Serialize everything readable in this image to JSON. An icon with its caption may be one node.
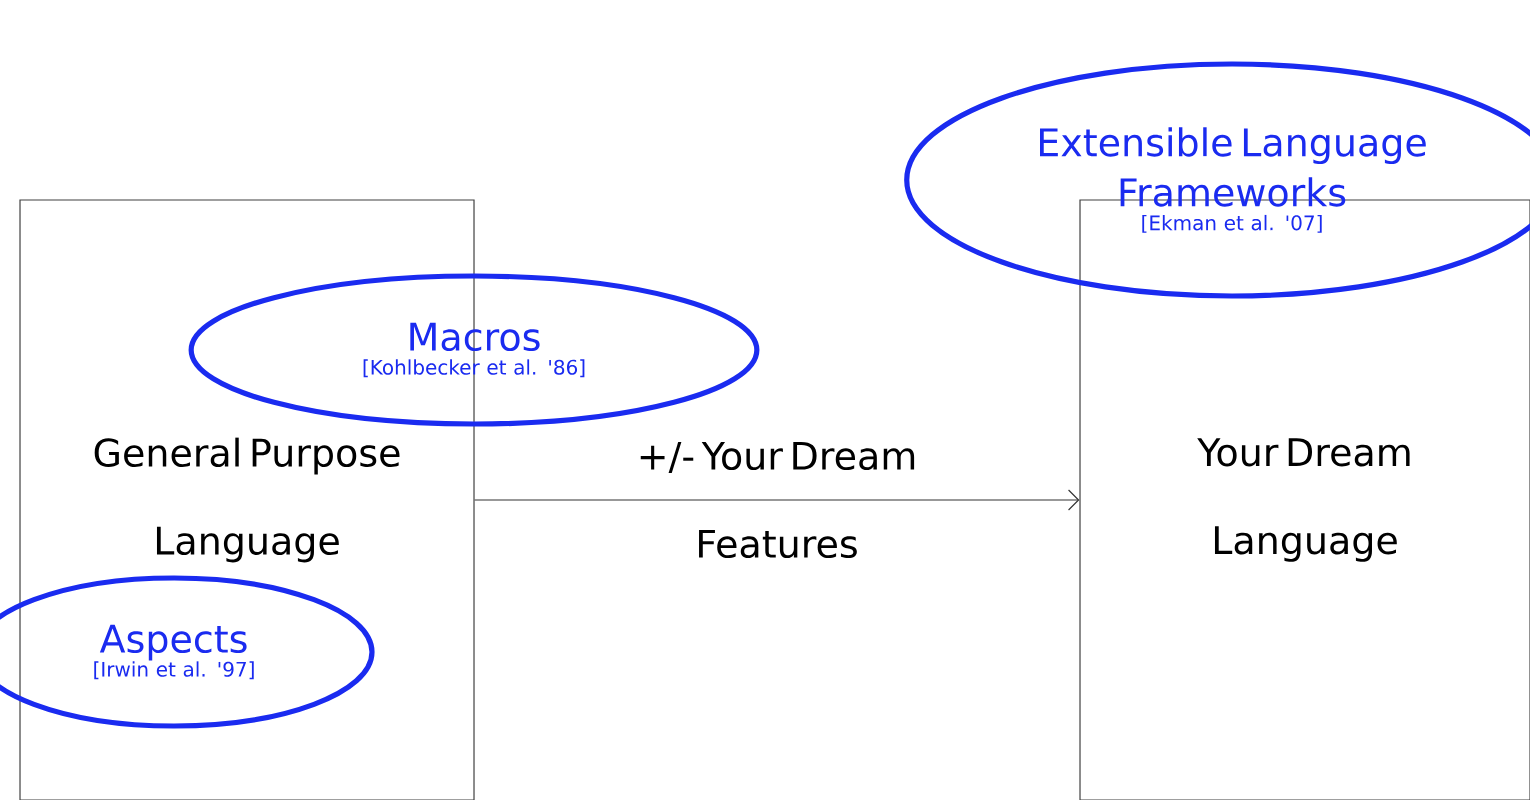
{
  "diagram": {
    "nodes": [
      {
        "text": [
          "General Purpose Language"
        ]
      },
      {
        "text": [
          "Your Dream Language"
        ]
      },
      {
        "text": [
          "Macros",
          "[Kohlbecker et al. '86]"
        ]
      },
      {
        "text": [
          "Aspects",
          "[Irwin et al. '97]"
        ]
      },
      {
        "text": [
          "Extensible Language Frameworks",
          "[Ekman et al. '07]"
        ]
      }
    ],
    "edges": [
      {
        "from": 0,
        "to": 1,
        "arrow": "to",
        "label": "+/- Your Dream Features"
      }
    ]
  }
}
